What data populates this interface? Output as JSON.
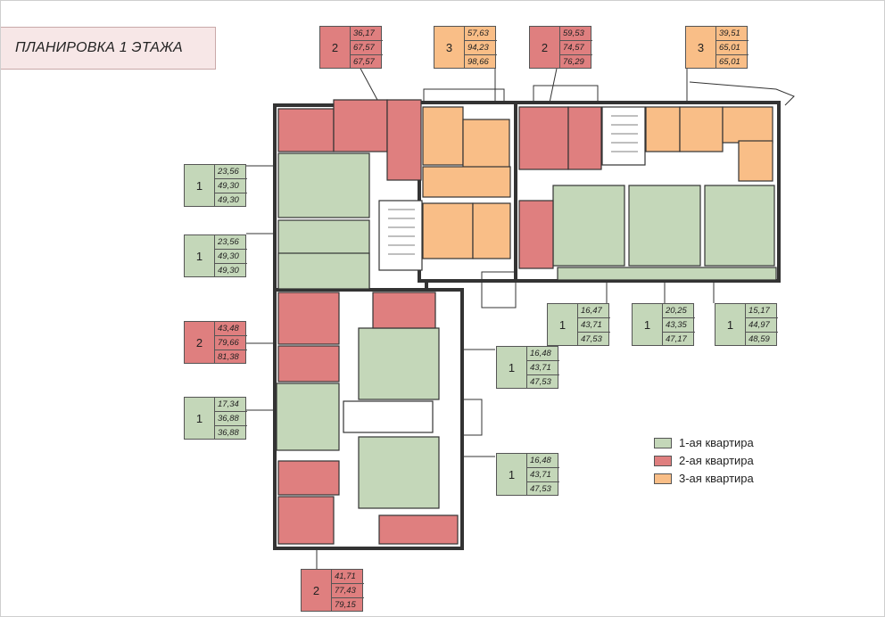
{
  "title": "ПЛАНИРОВКА 1 ЭТАЖА",
  "colors": {
    "one_room": "#c4d7b9",
    "two_room": "#df7f7f",
    "three_room": "#f9be87",
    "wall": "#333333"
  },
  "legend": [
    {
      "label": "1-ая квартира",
      "color": "#c4d7b9"
    },
    {
      "label": "2-ая квартира",
      "color": "#df7f7f"
    },
    {
      "label": "3-ая квартира",
      "color": "#f9be87"
    }
  ],
  "apartments": [
    {
      "rooms": "2",
      "values": [
        "36,17",
        "67,57",
        "67,57"
      ],
      "type": "two"
    },
    {
      "rooms": "3",
      "values": [
        "57,63",
        "94,23",
        "98,66"
      ],
      "type": "three"
    },
    {
      "rooms": "2",
      "values": [
        "59,53",
        "74,57",
        "76,29"
      ],
      "type": "two"
    },
    {
      "rooms": "3",
      "values": [
        "39,51",
        "65,01",
        "65,01"
      ],
      "type": "three"
    },
    {
      "rooms": "1",
      "values": [
        "23,56",
        "49,30",
        "49,30"
      ],
      "type": "one"
    },
    {
      "rooms": "1",
      "values": [
        "23,56",
        "49,30",
        "49,30"
      ],
      "type": "one"
    },
    {
      "rooms": "2",
      "values": [
        "43,48",
        "79,66",
        "81,38"
      ],
      "type": "two"
    },
    {
      "rooms": "1",
      "values": [
        "17,34",
        "36,88",
        "36,88"
      ],
      "type": "one"
    },
    {
      "rooms": "2",
      "values": [
        "41,71",
        "77,43",
        "79,15"
      ],
      "type": "two"
    },
    {
      "rooms": "1",
      "values": [
        "16,47",
        "43,71",
        "47,53"
      ],
      "type": "one"
    },
    {
      "rooms": "1",
      "values": [
        "20,25",
        "43,35",
        "47,17"
      ],
      "type": "one"
    },
    {
      "rooms": "1",
      "values": [
        "15,17",
        "44,97",
        "48,59"
      ],
      "type": "one"
    },
    {
      "rooms": "1",
      "values": [
        "16,48",
        "43,71",
        "47,53"
      ],
      "type": "one"
    },
    {
      "rooms": "1",
      "values": [
        "16,48",
        "43,71",
        "47,53"
      ],
      "type": "one"
    }
  ]
}
